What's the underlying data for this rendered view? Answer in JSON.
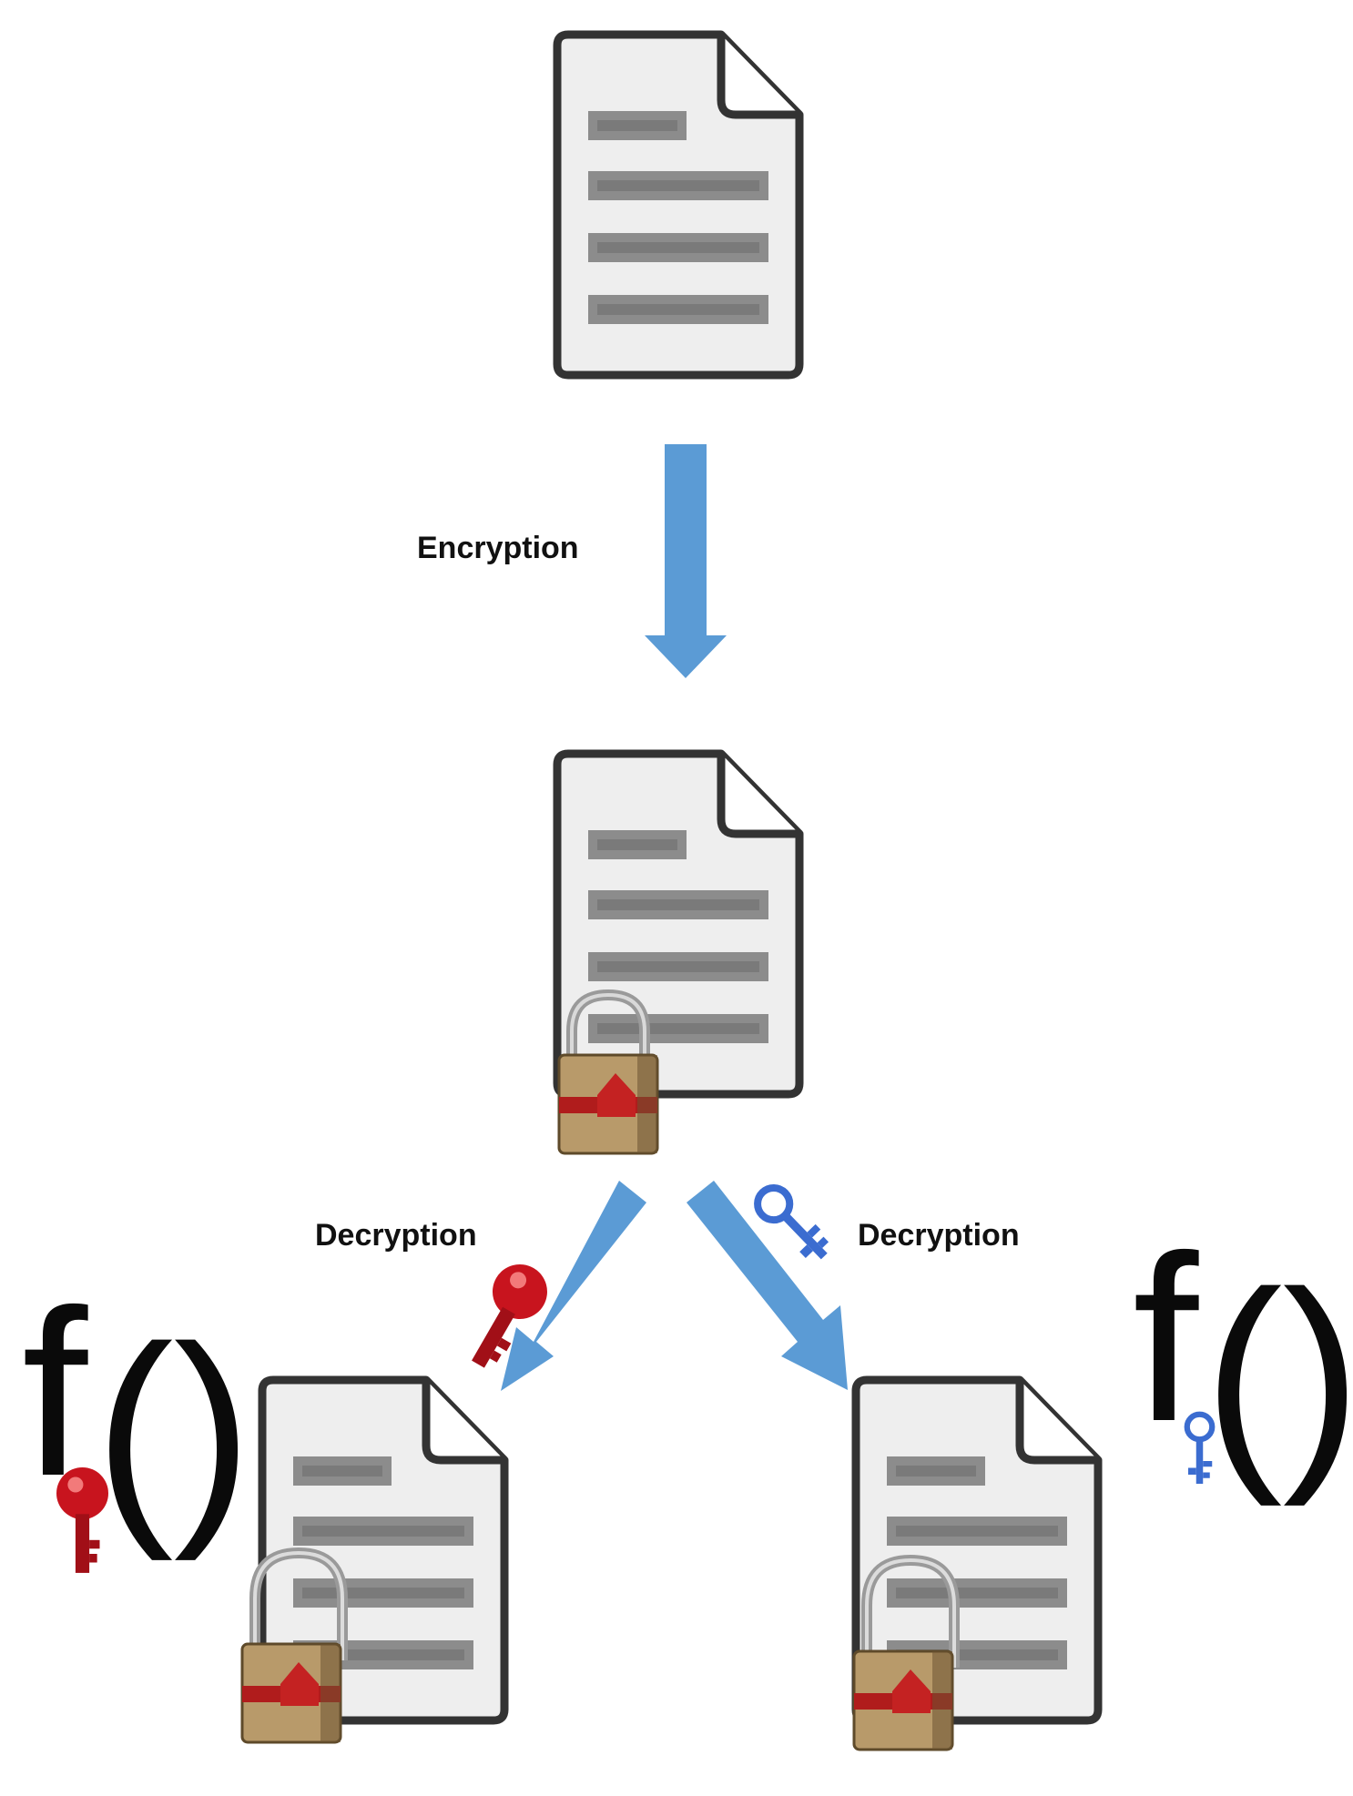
{
  "labels": {
    "encryption": "Encryption",
    "decryption_left": "Decryption",
    "decryption_right": "Decryption"
  },
  "functions": {
    "left": {
      "f": "f",
      "parens": "()"
    },
    "right": {
      "f": "f",
      "parens": "()"
    }
  },
  "colors": {
    "arrow": "#5b9bd5",
    "document_fill": "#eeeeee",
    "document_border": "#333333",
    "document_lines": "#8c8c8c",
    "red_key": "#c8141e",
    "blue_key": "#3b6cd0",
    "padlock_body": "#b89a6a",
    "padlock_band": "#b01c1c",
    "padlock_shackle": "#9a9a9a"
  },
  "icons": {
    "document": "document-icon",
    "padlock": "padlock-icon",
    "red_key": "red-key-icon",
    "blue_key": "blue-key-icon",
    "arrow": "arrow-icon"
  }
}
